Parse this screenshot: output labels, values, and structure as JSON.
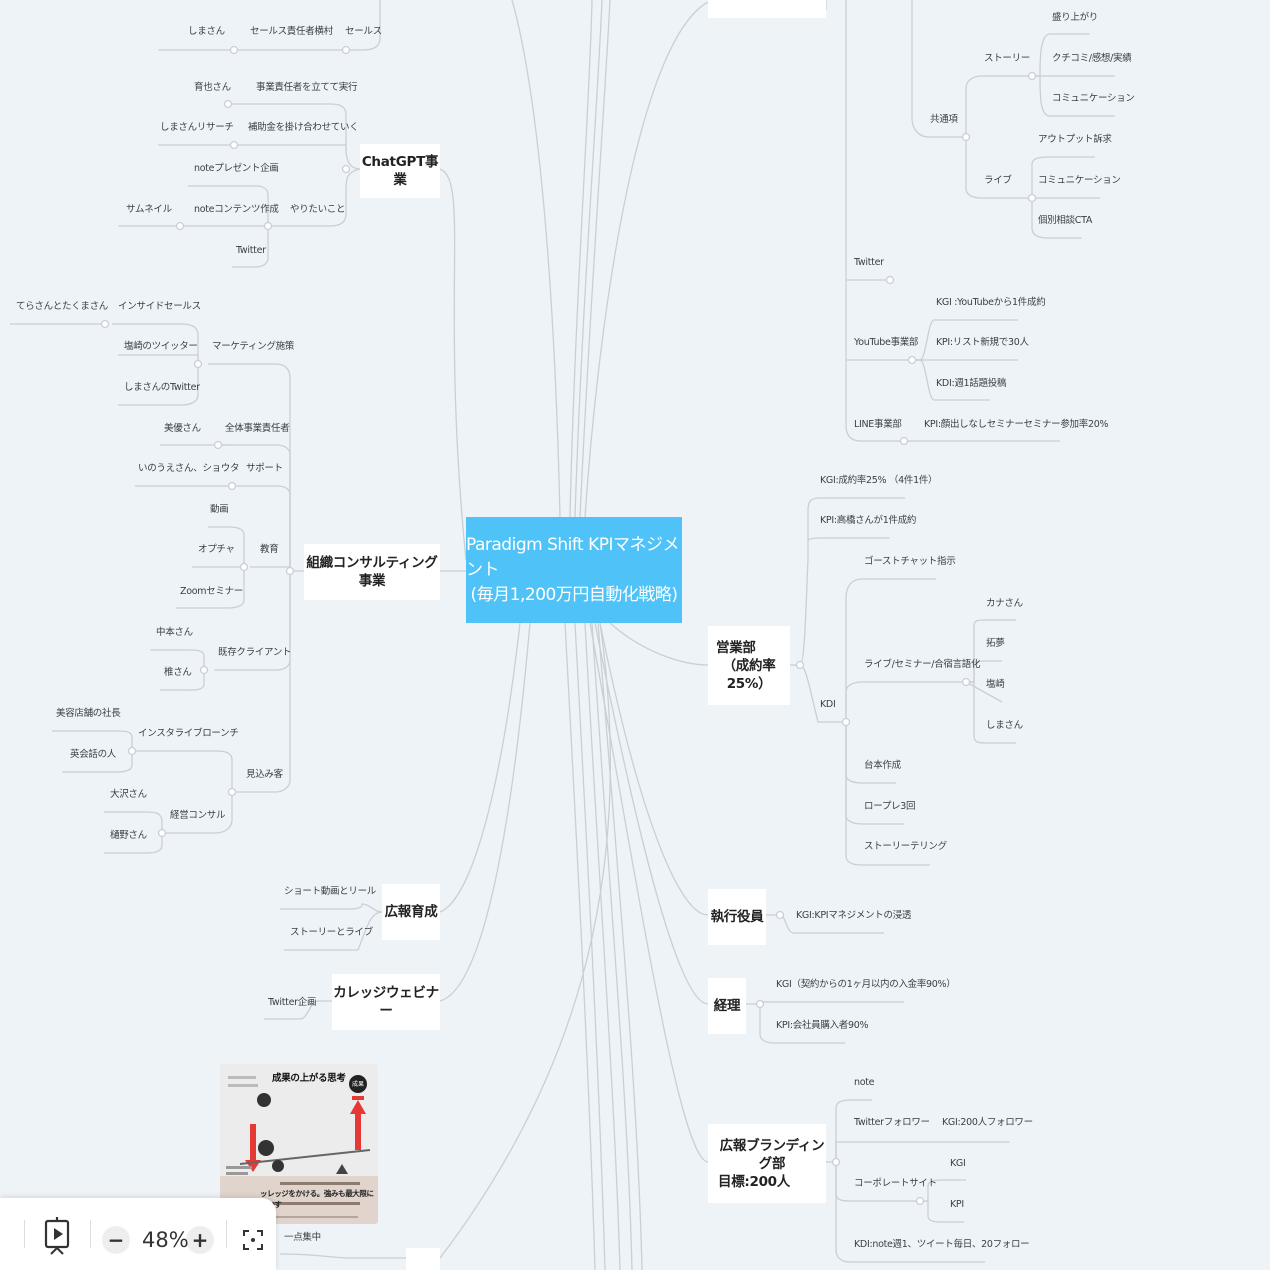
{
  "central": {
    "line1": "Paradigm Shift KPIマネジメント",
    "line2": "(毎月1,200万円自動化戦略)"
  },
  "branches": {
    "chatgpt": "ChatGPT事業",
    "org": "組織コンサルティング事業",
    "koho_ikusei": "広報育成",
    "college": "カレッジウェビナー",
    "eigyo_1": "営業部",
    "eigyo_2": "（成約率25%）",
    "shikko": "執行役員",
    "keiri": "経理",
    "branding_1": "広報ブランディング部",
    "branding_2": "目標:200人"
  },
  "left_labels": {
    "shimasan_top": "しまさん",
    "sales_lead": "セールス責任者横村",
    "sales": "セールス",
    "ikusan": "育也さん",
    "jigyo_sekinin": "事業責任者を立てて実行",
    "shima_research": "しまさんリサーチ",
    "hojokin": "補助金を掛け合わせていく",
    "note_present": "noteプレゼント企画",
    "thumbnail": "サムネイル",
    "note_contents": "noteコンテンツ作成",
    "yaritai": "やりたいこと",
    "twitter_l": "Twitter",
    "terasan": "てらさんとたくまさん",
    "inside_sales": "インサイドセールス",
    "tsukazaki_tw": "塩崎のツイッター",
    "marketing": "マーケティング施策",
    "shima_tw": "しまさんのTwitter",
    "miyu": "美優さん",
    "zentai": "全体事業責任者",
    "inoue": "いのうえさん、ショウタ",
    "support": "サポート",
    "douga": "動画",
    "kyoiku": "教育",
    "offer": "オプチャ",
    "zoom_sem": "Zoomセミナー",
    "nakamoto": "中本さん",
    "kison": "既存クライアント",
    "shii": "椎さん",
    "biyou": "美容店舗の社長",
    "insta": "インスタライブローンチ",
    "eikaiwa": "英会話の人",
    "mikomi": "見込み客",
    "osawa": "大沢さん",
    "keiei": "経営コンサル",
    "hino": "樋野さん",
    "short": "ショート動画とリール",
    "story_live": "ストーリーとライブ",
    "tw_kikaku": "Twitter企画",
    "itten": "一点集中"
  },
  "right_labels": {
    "moriagari": "盛り上がり",
    "story": "ストーリー",
    "kuchikomi": "クチコミ/感想/実績",
    "comm1": "コミュニケーション",
    "kyotsu": "共通項",
    "output": "アウトプット訴求",
    "live": "ライブ",
    "comm2": "コミュニケーション",
    "kobetsu": "個別相談CTA",
    "twitter_r": "Twitter",
    "kgi_yt": "KGI :YouTubeから1件成約",
    "youtube": "YouTube事業部",
    "kpi_list": "KPI:リスト新規で30人",
    "kdi_week": "KDI:週1話題投稿",
    "line": "LINE事業部",
    "kpi_line": "KPI:顔出しなしセミナーセミナー参加率20%",
    "kgi_seiyaku": "KGI:成約率25% （4件1件）",
    "kpi_takahashi": "KPI:高橋さんが1件成約",
    "ghost": "ゴーストチャット指示",
    "kana": "カナさん",
    "takumu": "拓夢",
    "live_sem": "ライブ/セミナー/合宿言語化",
    "tsukazaki": "塩崎",
    "kdi": "KDI",
    "shima_r": "しまさん",
    "daihon": "台本作成",
    "rolepl": "ロープレ3回",
    "storytelling": "ストーリーテリング",
    "kgi_shintou": "KGI:KPIマネジメントの浸透",
    "kgi_nyukin": "KGI（契約からの1ヶ月以内の入金率90%）",
    "kpi_kaiin": "KPI:会社員購入者90%",
    "note_r": "note",
    "tw_follower": "Twitterフォロワー",
    "kgi_200": "KGI:200人フォロワー",
    "kgi_r": "KGI",
    "corporate": "コーポレートサイト",
    "kpi_r": "KPI",
    "kdi_note": "KDI:note週1、ツイート毎日、20フォロー"
  },
  "thumbnail": {
    "title": "成果の上がる思考",
    "badge": "成果",
    "caption": "ッレッジをかける。強みも最大限に活かす"
  },
  "toolbar": {
    "zoom": "48%",
    "minus": "−",
    "plus": "+"
  },
  "colors": {
    "central_bg": "#4fc3f7",
    "canvas_bg": "#eef3f7",
    "line": "#c9cfd5",
    "accent_red": "#e53935"
  }
}
